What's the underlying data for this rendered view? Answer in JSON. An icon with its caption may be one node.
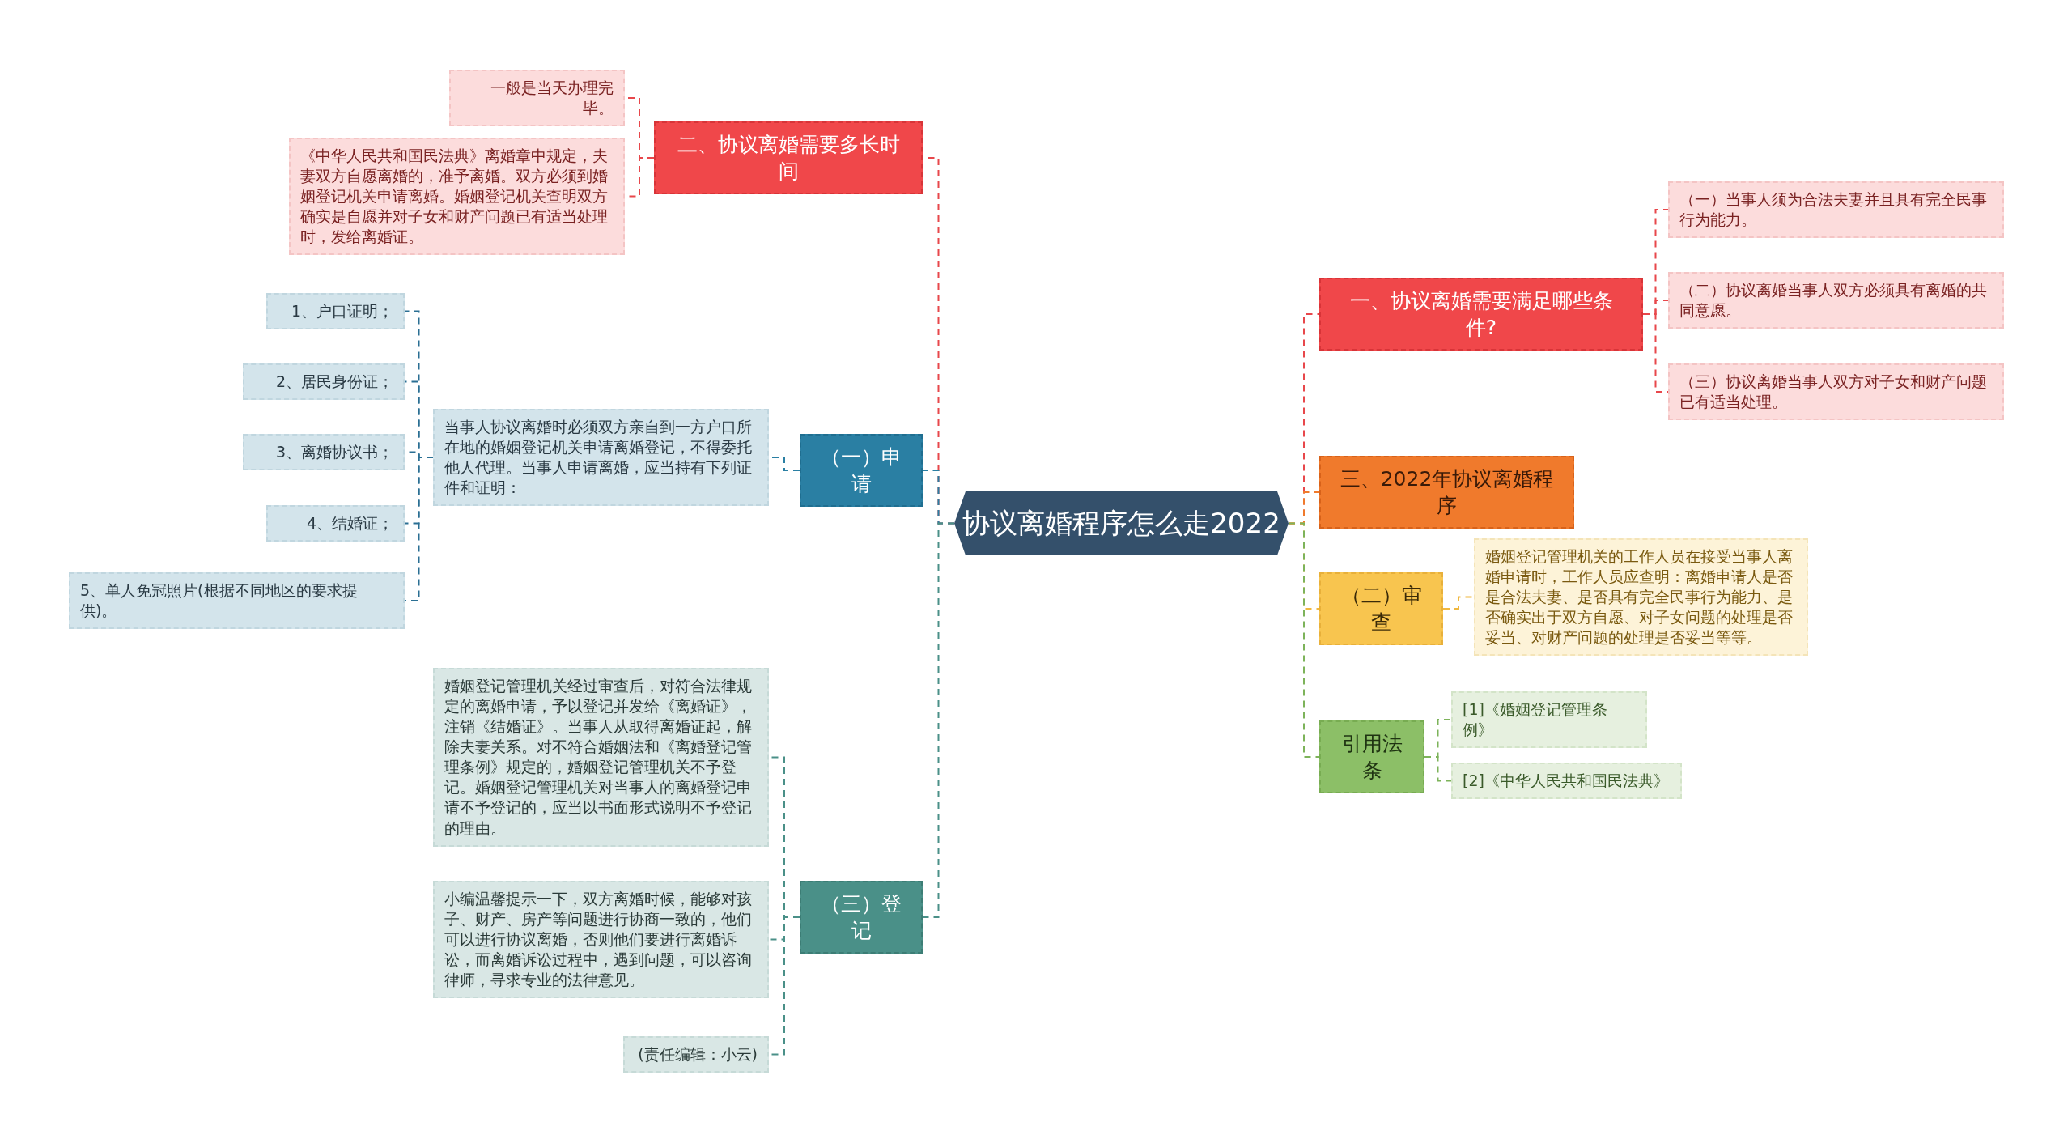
{
  "diagram": {
    "nodes": [
      {
        "text": [
          "协议离婚程序怎么走2022"
        ]
      },
      {
        "text": [
          "二、协议离婚需要多长时间"
        ]
      },
      {
        "text": [
          "一般是当天办理完毕。"
        ]
      },
      {
        "text": [
          "《中华人民共和国民法典》离婚章中规定，夫妻双方自愿离婚的，准予离婚。双方必须到婚姻登记机关申请离婚。婚姻登记机关查明双方确实是自愿并对子女和财产问题已有适当处理时，发给离婚证。"
        ]
      },
      {
        "text": [
          "（一）申请"
        ]
      },
      {
        "text": [
          "当事人协议离婚时必须双方亲自到一方户口所在地的婚姻登记机关申请离婚登记，不得委托他人代理。当事人申请离婚，应当持有下列证件和证明："
        ]
      },
      {
        "text": [
          "1、户口证明；"
        ]
      },
      {
        "text": [
          "2、居民身份证；"
        ]
      },
      {
        "text": [
          "3、离婚协议书；"
        ]
      },
      {
        "text": [
          "4、结婚证；"
        ]
      },
      {
        "text": [
          "5、单人免冠照片(根据不同地区的要求提供)。"
        ]
      },
      {
        "text": [
          "（三）登记"
        ]
      },
      {
        "text": [
          "婚姻登记管理机关经过审查后，对符合法律规定的离婚申请，予以登记并发给《离婚证》，注销《结婚证》。当事人从取得离婚证起，解除夫妻关系。对不符合婚姻法和《离婚登记管理条例》规定的，婚姻登记管理机关不予登记。婚姻登记管理机关对当事人的离婚登记申请不予登记的，应当以书面形式说明不予登记的理由。"
        ]
      },
      {
        "text": [
          "小编温馨提示一下，双方离婚时候，能够对孩子、财产、房产等问题进行协商一致的，他们可以进行协议离婚，否则他们要进行离婚诉讼，而离婚诉讼过程中，遇到问题，可以咨询律师，寻求专业的法律意见。"
        ]
      },
      {
        "text": [
          "(责任编辑：小云)"
        ]
      },
      {
        "text": [
          "一、协议离婚需要满足哪些条件?"
        ]
      },
      {
        "text": [
          "（一）当事人须为合法夫妻并且具有完全民事行为能力。"
        ]
      },
      {
        "text": [
          "（二）协议离婚当事人双方必须具有离婚的共同意愿。"
        ]
      },
      {
        "text": [
          "（三）协议离婚当事人双方对子女和财产问题已有适当处理。"
        ]
      },
      {
        "text": [
          "三、2022年协议离婚程序"
        ]
      },
      {
        "text": [
          "（二）审查"
        ]
      },
      {
        "text": [
          "婚姻登记管理机关的工作人员在接受当事人离婚申请时，工作人员应查明：离婚申请人是否是合法夫妻、是否具有完全民事行为能力、是否确实出于双方自愿、对子女问题的处理是否妥当、对财产问题的处理是否妥当等等。"
        ]
      },
      {
        "text": [
          "引用法条"
        ]
      },
      {
        "text": [
          "[1]《婚姻登记管理条例》"
        ]
      },
      {
        "text": [
          "[2]《中华人民共和国民法典》"
        ]
      }
    ],
    "edges": [
      {
        "from": 0,
        "to": 1,
        "arrow": "none",
        "style": "dashed",
        "color": "#e8474b"
      },
      {
        "from": 1,
        "to": 2,
        "arrow": "none",
        "style": "dashed",
        "color": "#e8474b"
      },
      {
        "from": 1,
        "to": 3,
        "arrow": "none",
        "style": "dashed",
        "color": "#e8474b"
      },
      {
        "from": 0,
        "to": 4,
        "arrow": "none",
        "style": "dashed",
        "color": "#2a7fa3"
      },
      {
        "from": 4,
        "to": 5,
        "arrow": "none",
        "style": "dashed",
        "color": "#2a7fa3"
      },
      {
        "from": 5,
        "to": 6,
        "arrow": "none",
        "style": "dashed",
        "color": "#2a6f93"
      },
      {
        "from": 5,
        "to": 7,
        "arrow": "none",
        "style": "dashed",
        "color": "#2a6f93"
      },
      {
        "from": 5,
        "to": 8,
        "arrow": "none",
        "style": "dashed",
        "color": "#2a6f93"
      },
      {
        "from": 5,
        "to": 9,
        "arrow": "none",
        "style": "dashed",
        "color": "#2a6f93"
      },
      {
        "from": 5,
        "to": 10,
        "arrow": "none",
        "style": "dashed",
        "color": "#2a6f93"
      },
      {
        "from": 0,
        "to": 11,
        "arrow": "none",
        "style": "dashed",
        "color": "#4a9088"
      },
      {
        "from": 11,
        "to": 12,
        "arrow": "none",
        "style": "dashed",
        "color": "#4a9088"
      },
      {
        "from": 11,
        "to": 13,
        "arrow": "none",
        "style": "dashed",
        "color": "#4a9088"
      },
      {
        "from": 11,
        "to": 14,
        "arrow": "none",
        "style": "dashed",
        "color": "#4a9088"
      },
      {
        "from": 0,
        "to": 15,
        "arrow": "none",
        "style": "dashed",
        "color": "#e8474b"
      },
      {
        "from": 15,
        "to": 16,
        "arrow": "none",
        "style": "dashed",
        "color": "#e8474b"
      },
      {
        "from": 15,
        "to": 17,
        "arrow": "none",
        "style": "dashed",
        "color": "#e8474b"
      },
      {
        "from": 15,
        "to": 18,
        "arrow": "none",
        "style": "dashed",
        "color": "#e8474b"
      },
      {
        "from": 0,
        "to": 19,
        "arrow": "none",
        "style": "dashed",
        "color": "#f07a2c"
      },
      {
        "from": 0,
        "to": 20,
        "arrow": "none",
        "style": "dashed",
        "color": "#f0b840"
      },
      {
        "from": 20,
        "to": 21,
        "arrow": "none",
        "style": "dashed",
        "color": "#f0b840"
      },
      {
        "from": 0,
        "to": 22,
        "arrow": "none",
        "style": "dashed",
        "color": "#7db35a"
      },
      {
        "from": 22,
        "to": 23,
        "arrow": "none",
        "style": "dashed",
        "color": "#7db35a"
      },
      {
        "from": 22,
        "to": 24,
        "arrow": "none",
        "style": "dashed",
        "color": "#7db35a"
      }
    ]
  }
}
